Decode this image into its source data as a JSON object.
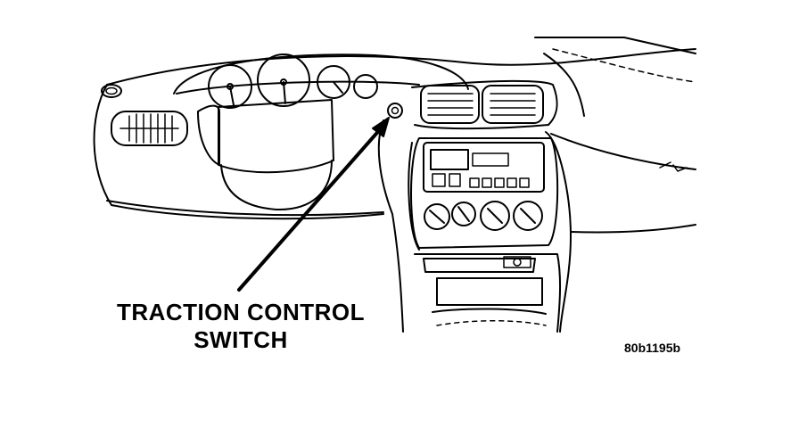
{
  "callout": {
    "line1": "TRACTION CONTROL",
    "line2": "SWITCH"
  },
  "figure_code": "80b1195b"
}
